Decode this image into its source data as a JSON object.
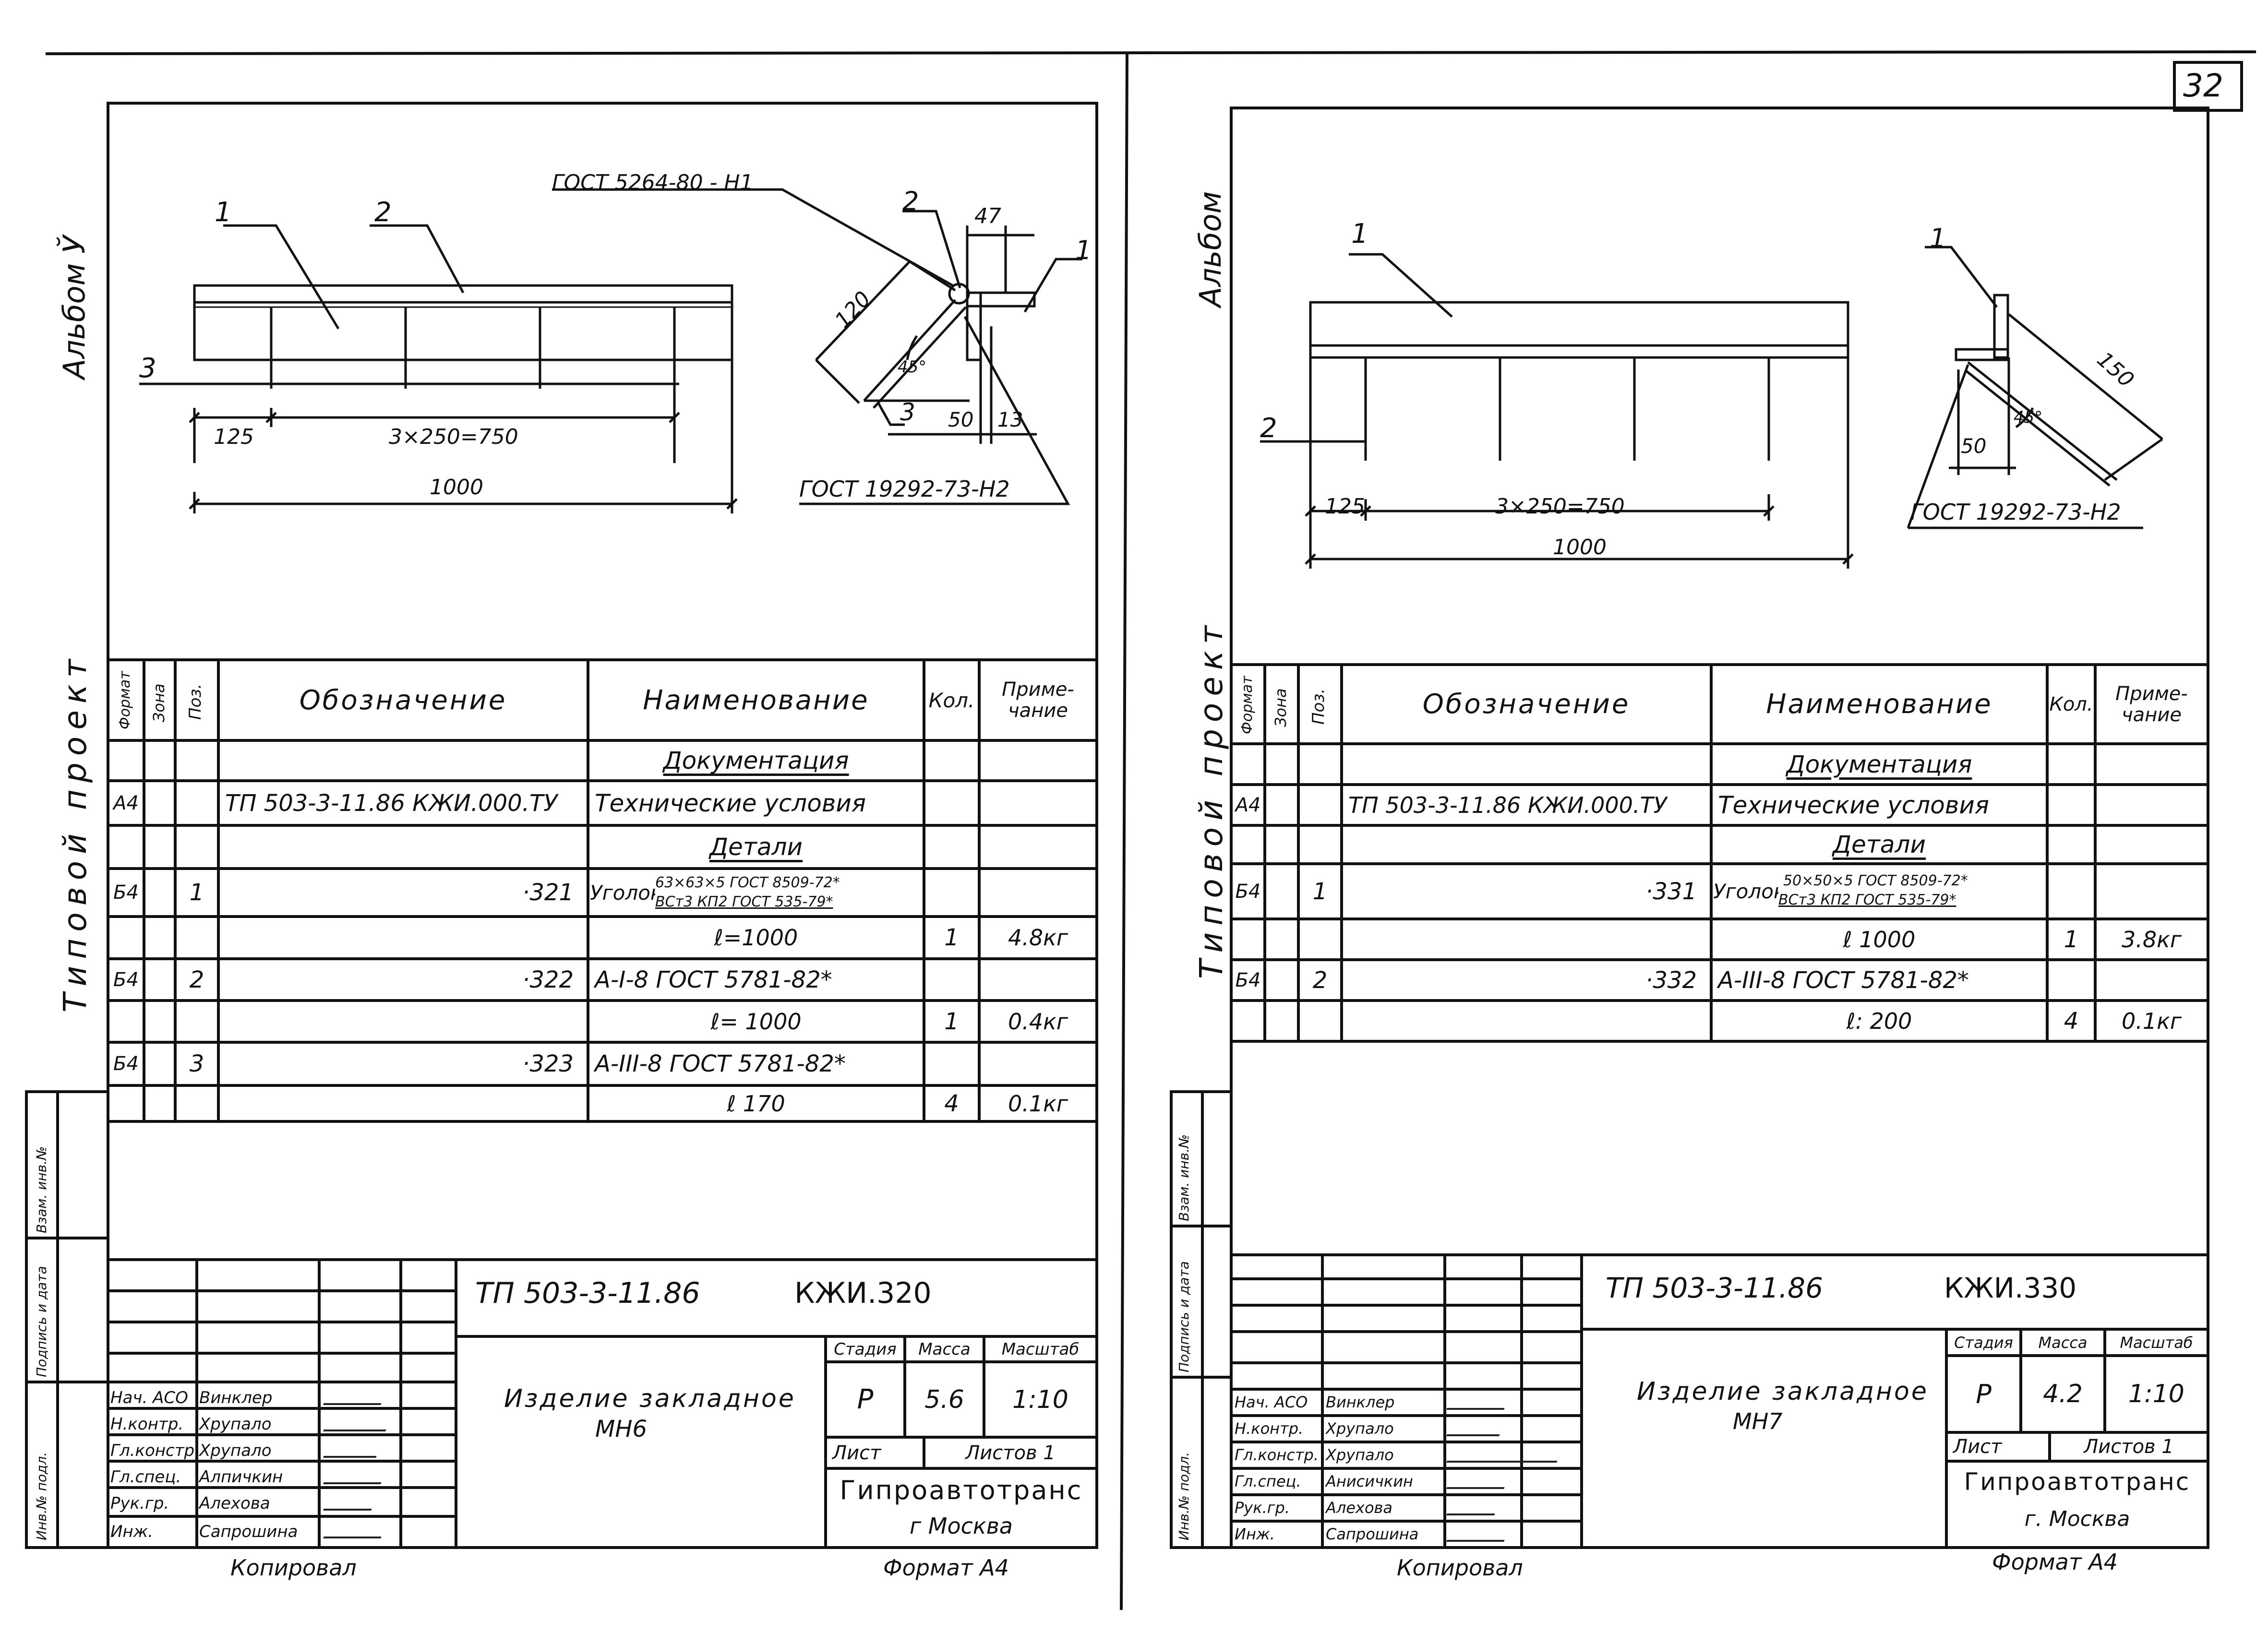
{
  "page_number": "32",
  "sheets": [
    {
      "id": "left",
      "album_label": "Альбом Ў",
      "project_label": "Типовой проект",
      "drawing": {
        "callouts": [
          "1",
          "2",
          "3"
        ],
        "section_callouts": [
          "2",
          "1",
          "3"
        ],
        "gost_top": "ГОСТ 5264-80 - Н1",
        "gost_bottom": "ГОСТ 19292-73-Н2",
        "dim_125": "125",
        "dim_spacing": "3×250=750",
        "dim_total": "1000",
        "dim_120": "120",
        "dim_47": "47",
        "dim_45": "45°",
        "dim_50": "50",
        "dim_13": "13"
      },
      "spec_headers": {
        "format": "Формат",
        "zone": "Зона",
        "pos": "Поз.",
        "designation": "Обозначение",
        "name": "Наименование",
        "qty": "Кол.",
        "note": "Приме-чание"
      },
      "spec_rows": [
        {
          "format": "",
          "pos": "",
          "designation": "",
          "name": "Документация",
          "qty": "",
          "note": "",
          "heading": true
        },
        {
          "format": "А4",
          "pos": "",
          "designation": "ТП 503-3-11.86 КЖИ.000.ТУ",
          "name": "Технические условия",
          "qty": "",
          "note": ""
        },
        {
          "format": "",
          "pos": "",
          "designation": "",
          "name": "Детали",
          "qty": "",
          "note": "",
          "heading": true
        },
        {
          "format": "Б4",
          "pos": "1",
          "designation": "·321",
          "name": "Уголок",
          "name_top": "63×63×5 ГОСТ 8509-72*",
          "name_bot": "ВСт3 КП2 ГОСТ 535-79*",
          "qty": "",
          "note": ""
        },
        {
          "format": "",
          "pos": "",
          "designation": "",
          "name": "ℓ=1000",
          "qty": "1",
          "note": "4.8кг"
        },
        {
          "format": "Б4",
          "pos": "2",
          "designation": "·322",
          "name": "А-I-8 ГОСТ 5781-82*",
          "qty": "",
          "note": ""
        },
        {
          "format": "",
          "pos": "",
          "designation": "",
          "name": "ℓ= 1000",
          "qty": "1",
          "note": "0.4кг"
        },
        {
          "format": "Б4",
          "pos": "3",
          "designation": "·323",
          "name": "А-III-8 ГОСТ 5781-82*",
          "qty": "",
          "note": ""
        },
        {
          "format": "",
          "pos": "",
          "designation": "",
          "name": "ℓ 170",
          "qty": "4",
          "note": "0.1кг"
        }
      ],
      "side_stamp": [
        "Инв.№ подл.",
        "Подпись и дата",
        "Взам. инв.№"
      ],
      "title_block": {
        "code": "ТП 503-3-11.86",
        "mark": "КЖИ.320",
        "title": "Изделие закладное",
        "subtitle": "МН6",
        "col_stage": "Стадия",
        "col_mass": "Масса",
        "col_scale": "Масштаб",
        "stage": "Р",
        "mass": "5.6",
        "scale": "1:10",
        "sheet": "Лист",
        "sheets": "Листов 1",
        "org": "Гипроавтотранс",
        "city": "г Москва",
        "people": [
          {
            "role": "Нач. АСО",
            "name": "Винклер"
          },
          {
            "role": "Н.контр.",
            "name": "Хрупало"
          },
          {
            "role": "Гл.констр.",
            "name": "Хрупало"
          },
          {
            "role": "Гл.спец.",
            "name": "Алпичкин"
          },
          {
            "role": "Рук.гр.",
            "name": "Алехова"
          },
          {
            "role": "Инж.",
            "name": "Сапрошина"
          }
        ]
      },
      "footer_copied": "Копировал",
      "footer_format": "Формат А4"
    },
    {
      "id": "right",
      "album_label": "Альбом",
      "project_label": "Типовой проект",
      "drawing": {
        "callouts": [
          "1",
          "2"
        ],
        "section_callouts": [
          "1"
        ],
        "gost_bottom": "ГОСТ 19292-73-Н2",
        "dim_125": "125",
        "dim_spacing": "3×250=750",
        "dim_total": "1000",
        "dim_150": "150",
        "dim_45": "45°",
        "dim_50": "50"
      },
      "spec_headers": {
        "format": "Формат",
        "zone": "Зона",
        "pos": "Поз.",
        "designation": "Обозначение",
        "name": "Наименование",
        "qty": "Кол.",
        "note": "Приме-чание"
      },
      "spec_rows": [
        {
          "format": "",
          "pos": "",
          "designation": "",
          "name": "Документация",
          "qty": "",
          "note": "",
          "heading": true
        },
        {
          "format": "А4",
          "pos": "",
          "designation": "ТП 503-3-11.86 КЖИ.000.ТУ",
          "name": "Технические условия",
          "qty": "",
          "note": ""
        },
        {
          "format": "",
          "pos": "",
          "designation": "",
          "name": "Детали",
          "qty": "",
          "note": "",
          "heading": true
        },
        {
          "format": "Б4",
          "pos": "1",
          "designation": "·331",
          "name": "Уголок",
          "name_top": "50×50×5 ГОСТ 8509-72*",
          "name_bot": "ВСт3 КП2 ГОСТ 535-79*",
          "qty": "",
          "note": ""
        },
        {
          "format": "",
          "pos": "",
          "designation": "",
          "name": "ℓ 1000",
          "qty": "1",
          "note": "3.8кг"
        },
        {
          "format": "Б4",
          "pos": "2",
          "designation": "·332",
          "name": "А-III-8 ГОСТ 5781-82*",
          "qty": "",
          "note": ""
        },
        {
          "format": "",
          "pos": "",
          "designation": "",
          "name": "ℓ: 200",
          "qty": "4",
          "note": "0.1кг"
        }
      ],
      "side_stamp": [
        "Инв.№ подл.",
        "Подпись и дата",
        "Взам. инв.№"
      ],
      "title_block": {
        "code": "ТП 503-3-11.86",
        "mark": "КЖИ.330",
        "title": "Изделие закладное",
        "subtitle": "МН7",
        "col_stage": "Стадия",
        "col_mass": "Масса",
        "col_scale": "Масштаб",
        "stage": "Р",
        "mass": "4.2",
        "scale": "1:10",
        "sheet": "Лист",
        "sheets": "Листов 1",
        "org": "Гипроавтотранс",
        "city": "г. Москва",
        "people": [
          {
            "role": "Нач. АСО",
            "name": "Винклер"
          },
          {
            "role": "Н.контр.",
            "name": "Хрупало"
          },
          {
            "role": "Гл.констр.",
            "name": "Хрупало"
          },
          {
            "role": "Гл.спец.",
            "name": "Анисичкин"
          },
          {
            "role": "Рук.гр.",
            "name": "Алехова"
          },
          {
            "role": "Инж.",
            "name": "Сапрошина"
          }
        ]
      },
      "footer_copied": "Копировал",
      "footer_format": "Формат А4"
    }
  ]
}
